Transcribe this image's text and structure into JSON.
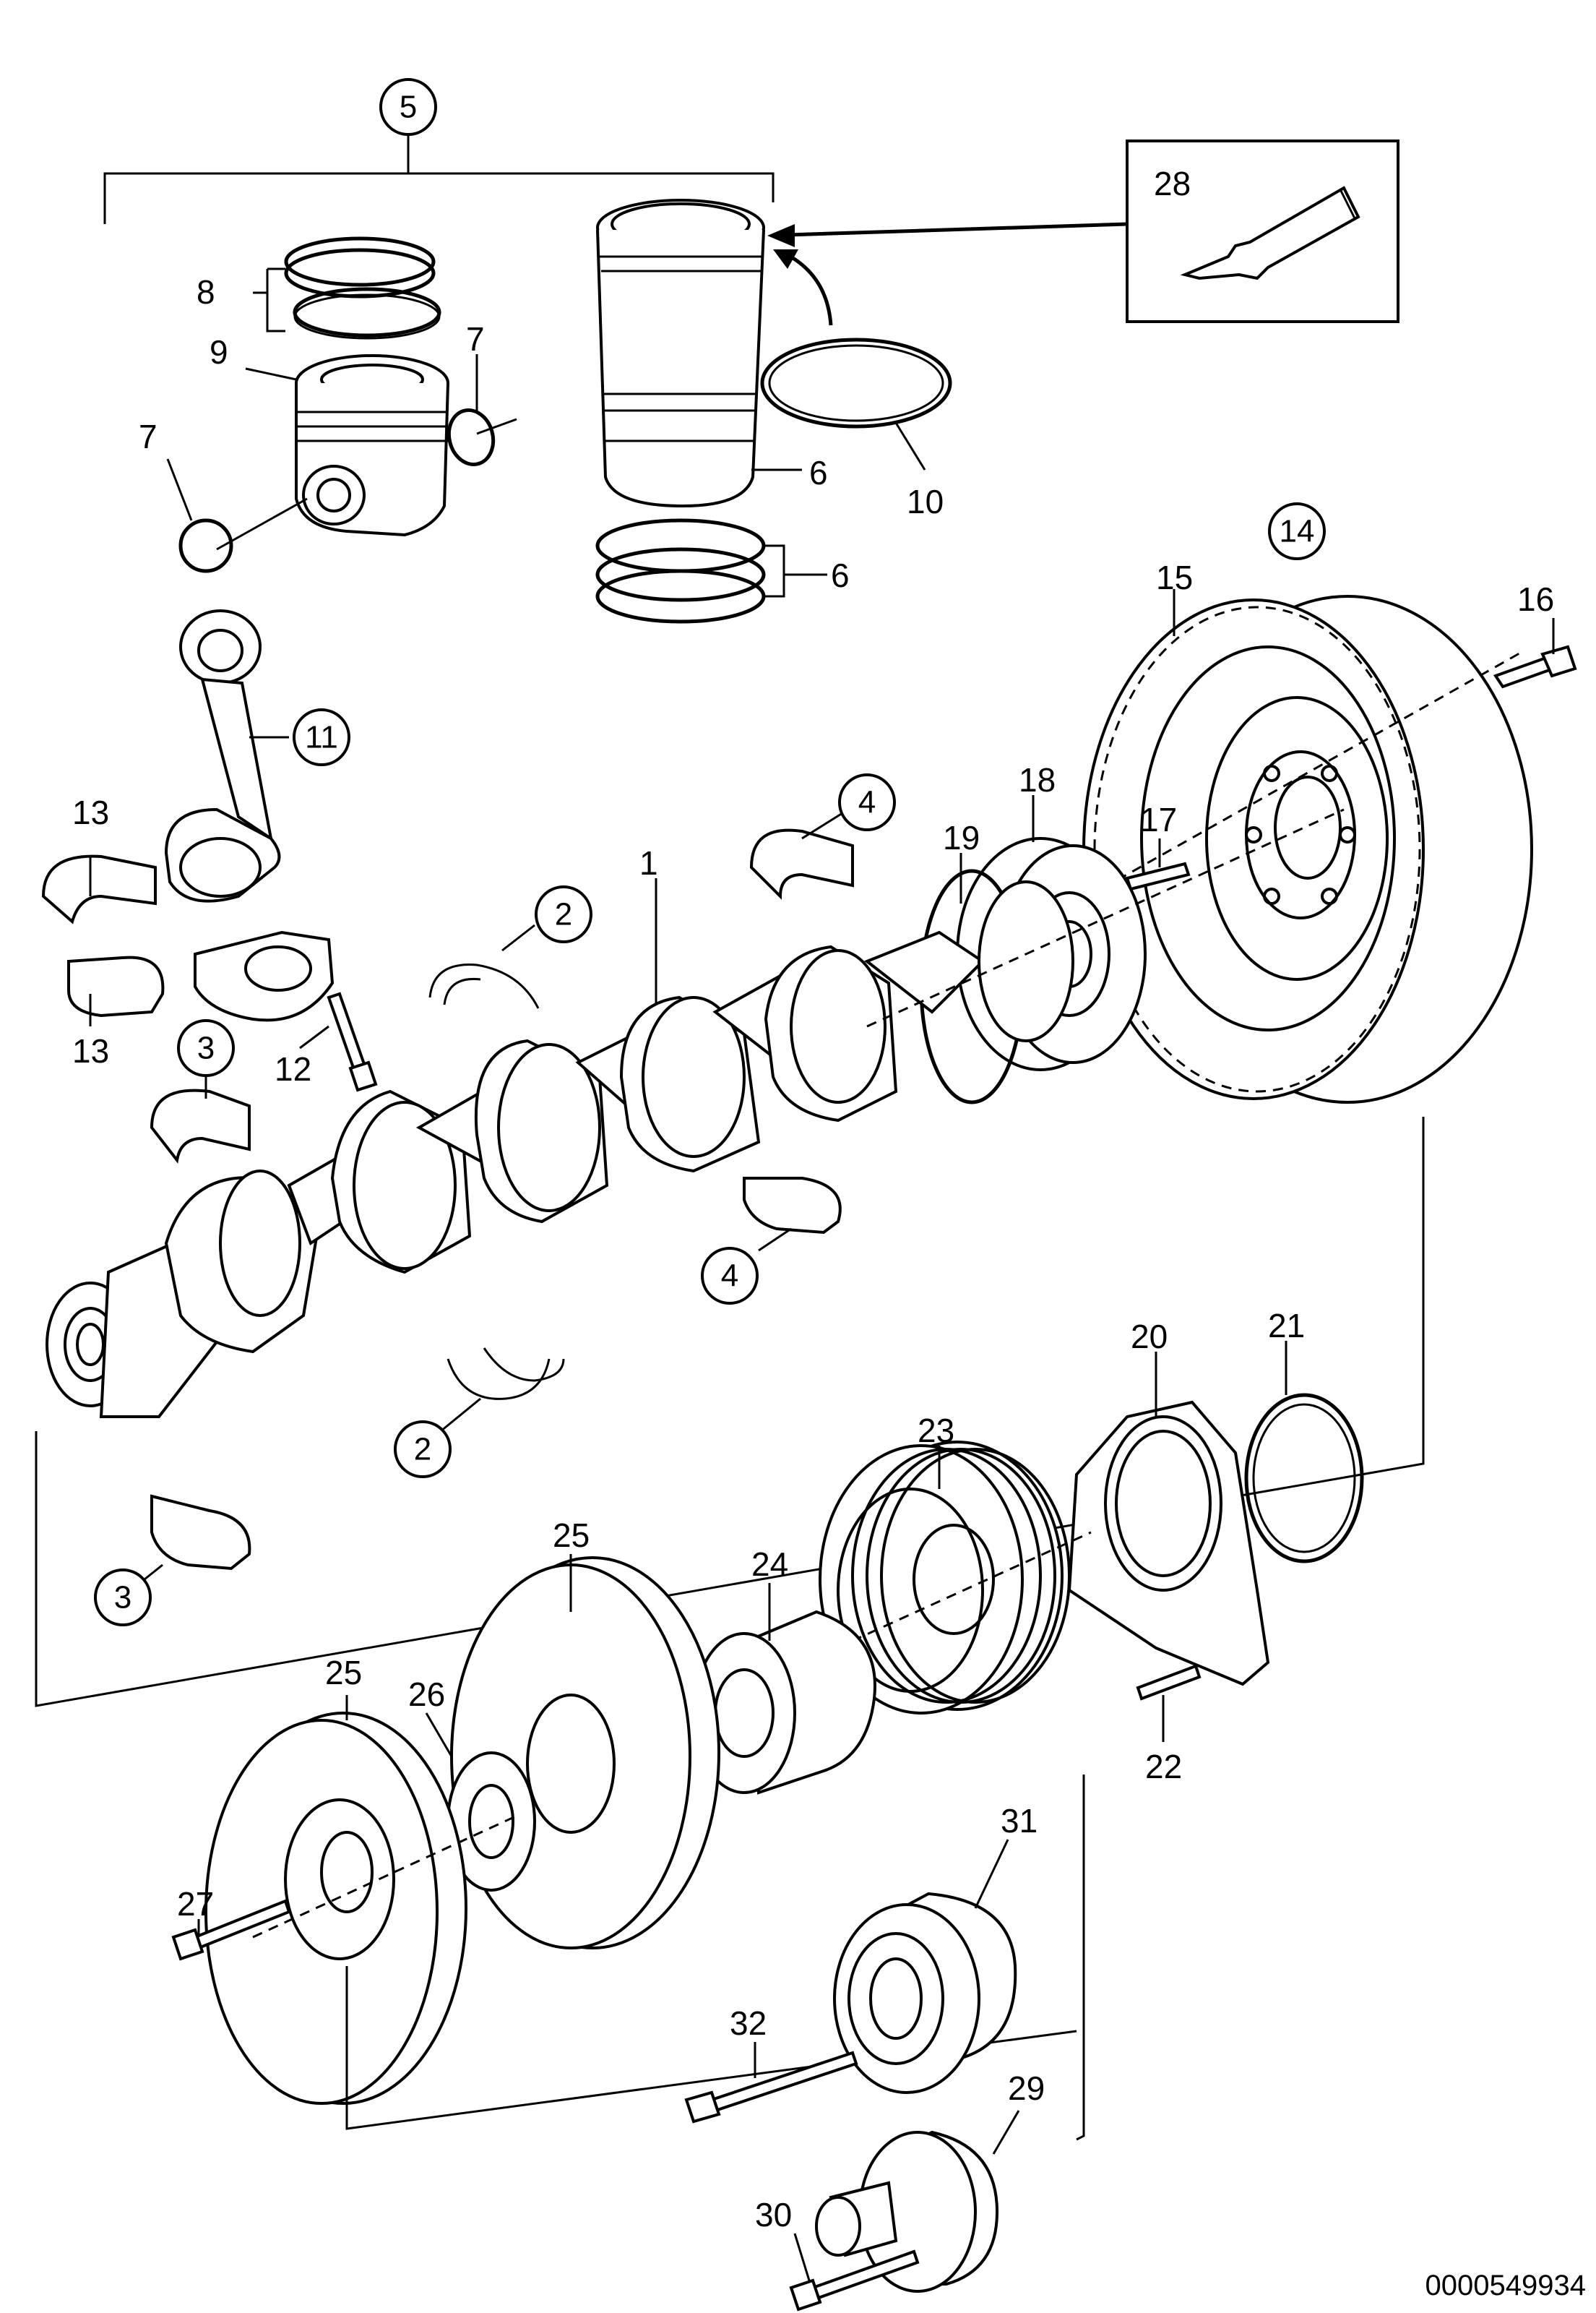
{
  "reference_number": "0000549934",
  "parts": {
    "p1": "1",
    "p2a": "2",
    "p2b": "2",
    "p3a": "3",
    "p3b": "3",
    "p4a": "4",
    "p4b": "4",
    "p5": "5",
    "p6a": "6",
    "p6b": "6",
    "p7a": "7",
    "p7b": "7",
    "p8": "8",
    "p9": "9",
    "p10": "10",
    "p11": "11",
    "p12": "12",
    "p13a": "13",
    "p13b": "13",
    "p14": "14",
    "p15": "15",
    "p16": "16",
    "p17": "17",
    "p18": "18",
    "p19": "19",
    "p20": "20",
    "p21": "21",
    "p22": "22",
    "p23": "23",
    "p24": "24",
    "p25a": "25",
    "p25b": "25",
    "p26": "26",
    "p27": "27",
    "p28": "28",
    "p29": "29",
    "p30": "30",
    "p31": "31",
    "p32": "32"
  }
}
